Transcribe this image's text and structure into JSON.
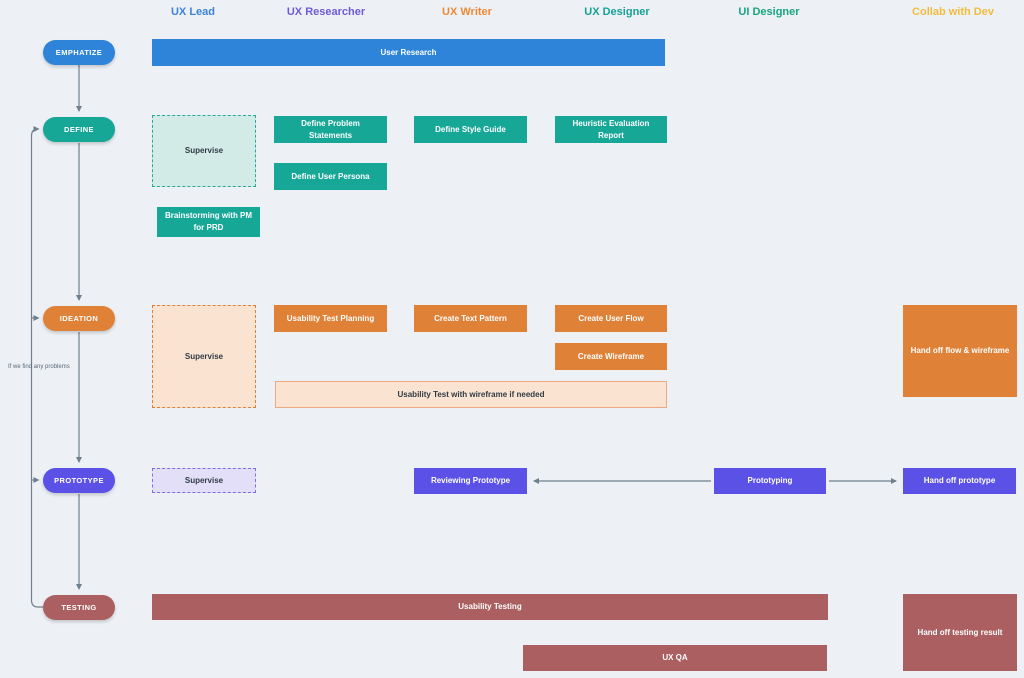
{
  "diagram": {
    "title": "UX process swimlane flowchart",
    "background": "#edf1f5",
    "connector_color": "#6e7f8d"
  },
  "columns": [
    {
      "label": "UX Lead",
      "color": "#3b82d8"
    },
    {
      "label": "UX Researcher",
      "color": "#6d5bd8"
    },
    {
      "label": "UX Writer",
      "color": "#ed8936"
    },
    {
      "label": "UX Designer",
      "color": "#16a195"
    },
    {
      "label": "UI Designer",
      "color": "#18a67d"
    },
    {
      "label": "Collab with Dev",
      "color": "#f2bc3a"
    }
  ],
  "phases": [
    {
      "label": "EMPHATIZE",
      "color": "#2d84d8"
    },
    {
      "label": "DEFINE",
      "color": "#17a797"
    },
    {
      "label": "IDEATION",
      "color": "#e08138"
    },
    {
      "label": "PROTOTYPE",
      "color": "#5b51e6"
    },
    {
      "label": "TESTING",
      "color": "#ab5f60"
    }
  ],
  "note": {
    "feedback": "If we find any problems"
  },
  "tasks": {
    "user_research": "User Research",
    "supervise_define": "Supervise",
    "define_problem_statements": "Define Problem Statements",
    "define_style_guide": "Define Style Guide",
    "heuristic_evaluation_report": "Heuristic Evaluation Report",
    "define_user_persona": "Define User Persona",
    "brainstorming_pm_prd": "Brainstorming with PM for PRD",
    "supervise_ideation": "Supervise",
    "usability_test_planning": "Usability Test Planning",
    "create_text_pattern": "Create Text Pattern",
    "create_user_flow": "Create User Flow",
    "create_wireframe": "Create Wireframe",
    "usability_test_wireframe": "Usability Test with wireframe if needed",
    "hand_off_flow_wireframe": "Hand off flow & wireframe",
    "supervise_prototype": "Supervise",
    "reviewing_prototype": "Reviewing Prototype",
    "prototyping": "Prototyping",
    "hand_off_prototype": "Hand off prototype",
    "usability_testing": "Usability Testing",
    "ux_qa": "UX QA",
    "hand_off_testing_result": "Hand off testing result"
  }
}
